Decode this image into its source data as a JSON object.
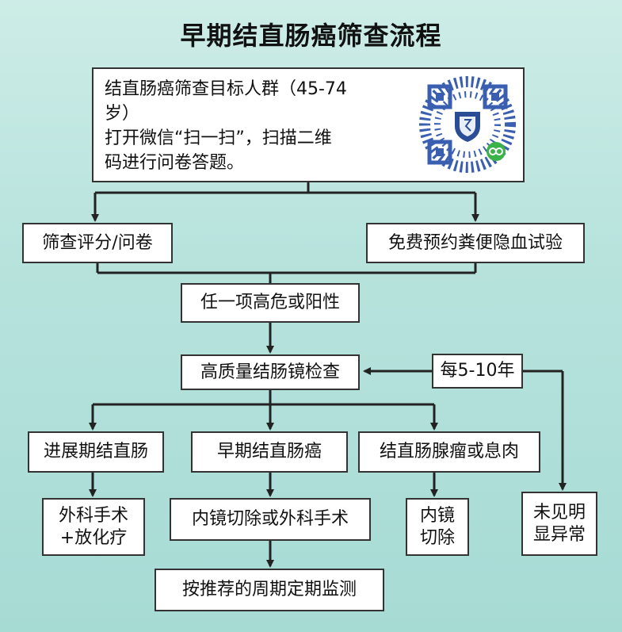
{
  "title": "早期结直肠癌筛查流程",
  "top": {
    "line1": "结直肠癌筛查目标人群（45-74",
    "line2": "岁）",
    "line3": "打开微信“扫一扫”，扫描二维",
    "line4": "码进行问卷答题。"
  },
  "nodes": {
    "questionnaire": "筛查评分/问卷",
    "fobt": "免费预约粪便隐血试验",
    "high_risk": "任一项高危或阳性",
    "colonoscopy": "高质量结肠镜检查",
    "every": "每5-10年",
    "advanced": "进展期结直肠",
    "early": "早期结直肠癌",
    "adenoma": "结直肠腺瘤或息肉",
    "surgery_line1": "外科手术",
    "surgery_line2": "+放化疗",
    "resection": "内镜切除或外科手术",
    "endo_line1": "内镜",
    "endo_line2": "切除",
    "normal_line1": "未见明",
    "normal_line2": "显异常",
    "monitor": "按推荐的周期定期监测"
  }
}
